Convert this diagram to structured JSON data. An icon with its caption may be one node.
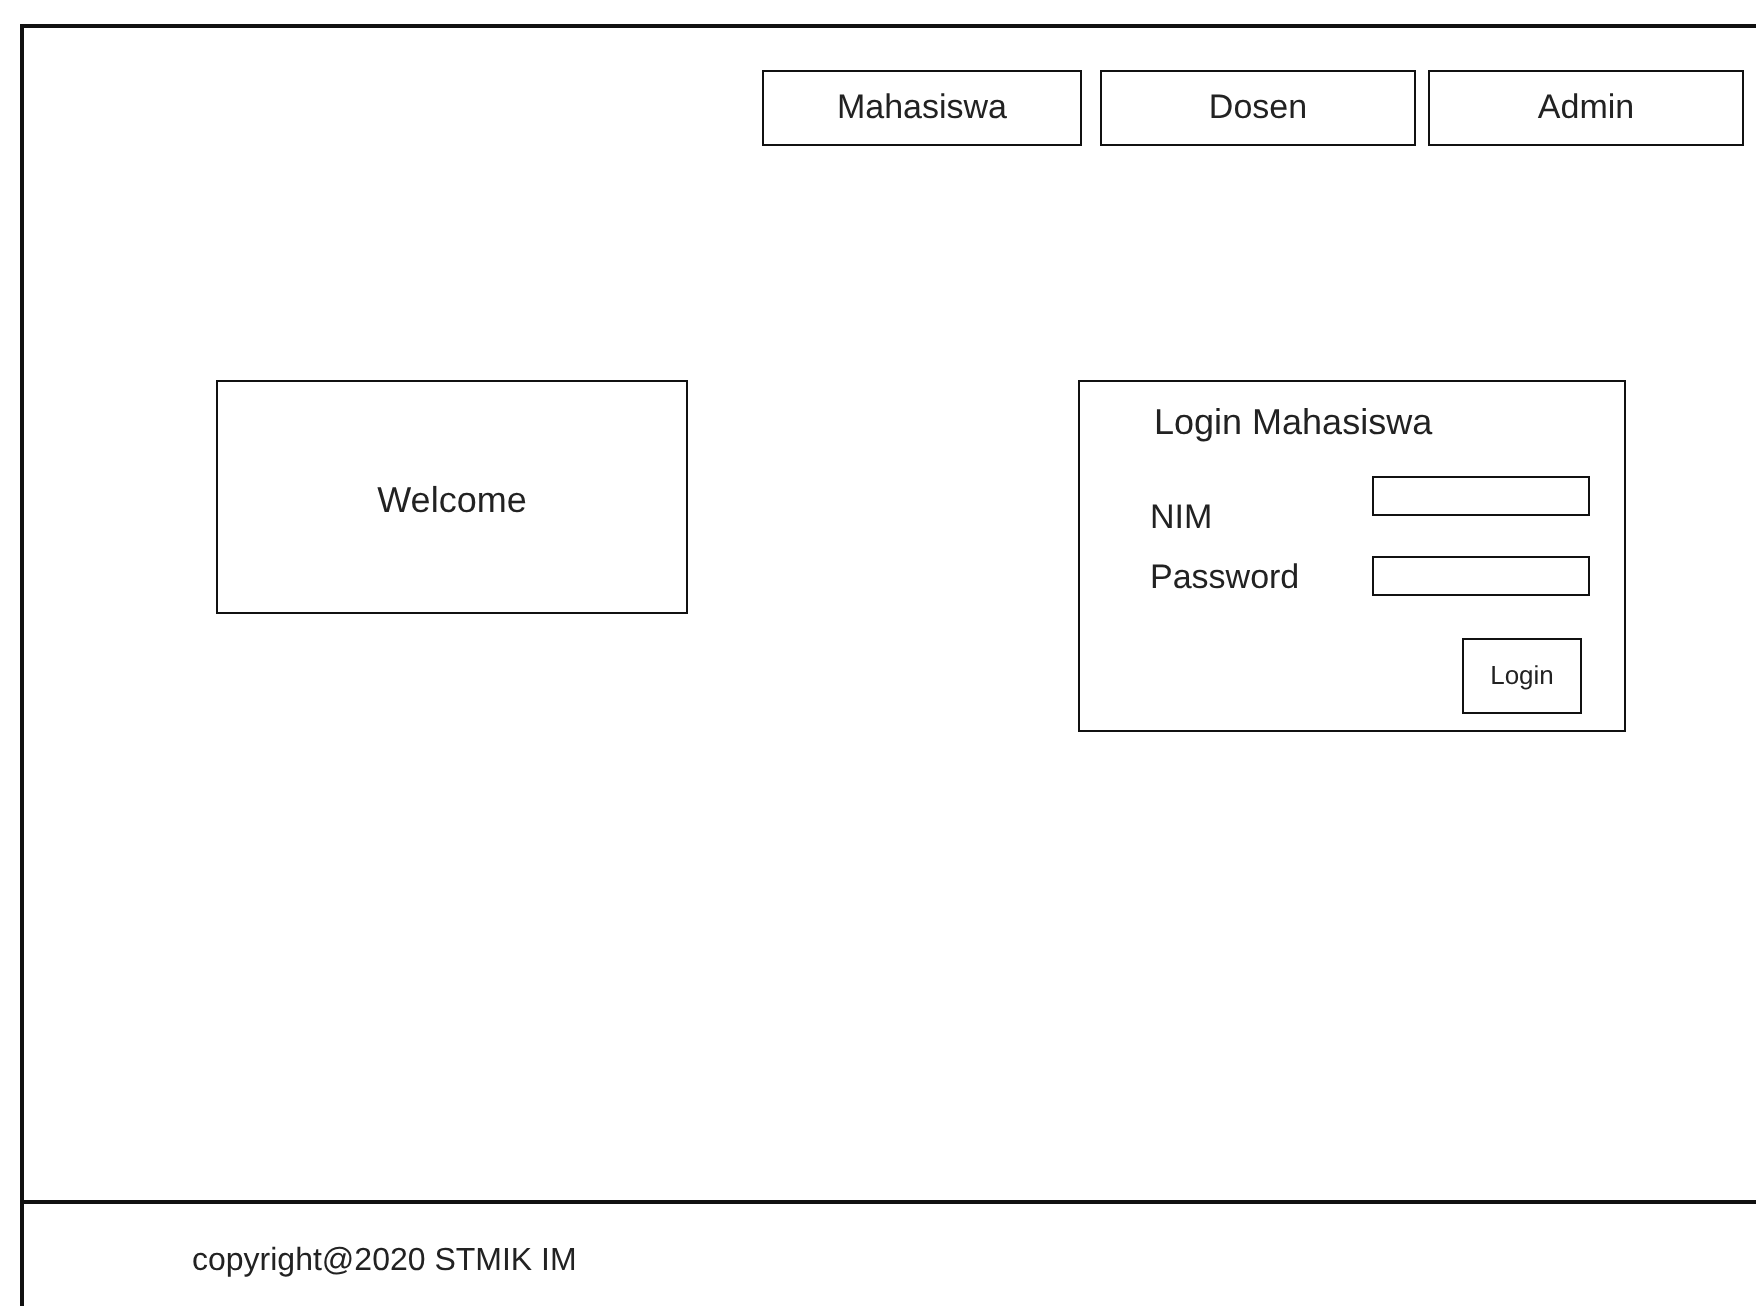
{
  "diagram": {
    "nodes": [
      {
        "text": [
          "Mahasiswa"
        ]
      },
      {
        "text": [
          "Dosen"
        ]
      },
      {
        "text": [
          "Admin"
        ]
      },
      {
        "text": [
          "Welcome"
        ]
      },
      {
        "text": [
          "Login Mahasiswa"
        ]
      },
      {
        "text": [
          "Login"
        ],
        "in": 4
      }
    ],
    "edges": [],
    "labels": [
      "NIM",
      "Password",
      "copyright@2020 STMIK IM"
    ]
  }
}
